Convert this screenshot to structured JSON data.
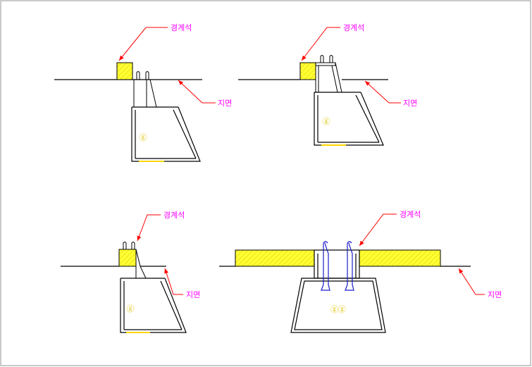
{
  "colors": {
    "background": "#ffffff",
    "frame": "#b8b8b8",
    "line": "#000000",
    "leader": "#ff0000",
    "label": "#ff00ff",
    "stone_fill": "#ffff33",
    "stone_hatch": "#d8c800",
    "post_mark": "#ffd400",
    "rebar": "#1a1acc"
  },
  "labels": {
    "curb_stone": "경계석",
    "ground": "지면"
  },
  "details": {
    "top_left": {
      "curb": "경계석",
      "ground": "지면",
      "mark": "ⓖ"
    },
    "top_right": {
      "curb": "경계석",
      "ground": "지면",
      "mark": "ⓖ"
    },
    "bottom_left": {
      "curb": "경계석",
      "ground": "지면",
      "mark": "ⓖ"
    },
    "bottom_right": {
      "curb": "경계석",
      "ground": "지면",
      "mark": "ⓖⓖ"
    }
  }
}
